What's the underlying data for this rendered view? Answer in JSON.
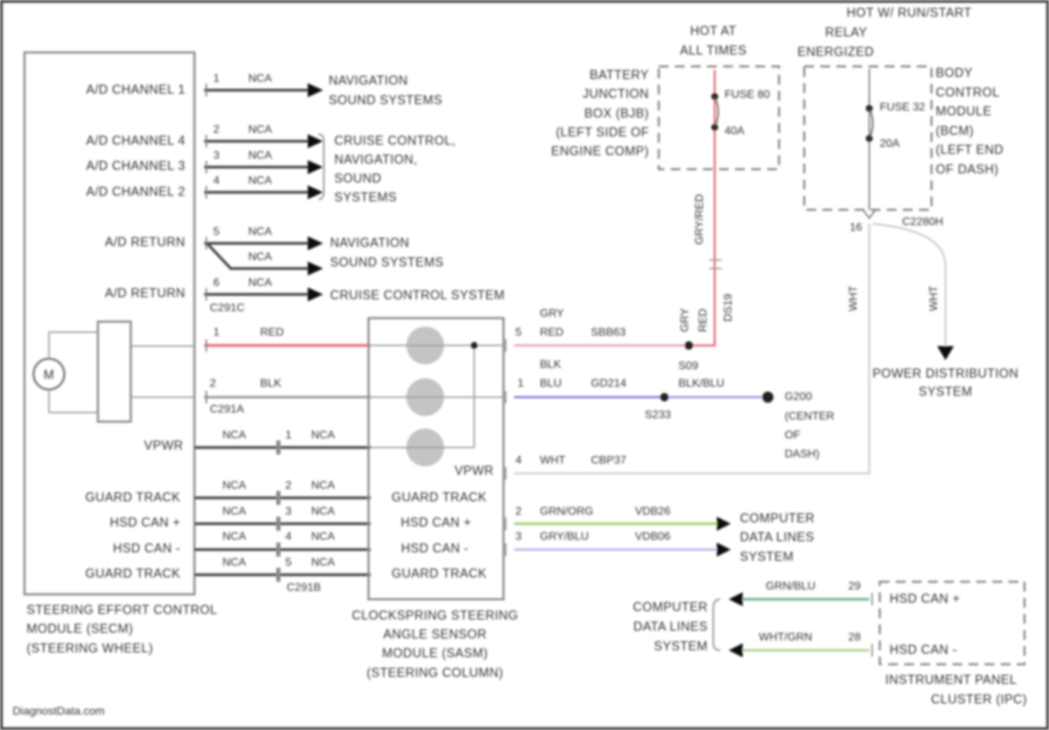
{
  "colors": {
    "frame": "#444444",
    "wire_dark": "#4a4a4a",
    "wire_red": "#e8707a",
    "wire_blue": "#7a7ad6",
    "wire_green": "#a6d67a",
    "wire_lavender": "#b8b0e8",
    "wire_teal_green": "#7ab894",
    "wire_light_green": "#b6d8a4"
  },
  "secm": {
    "name_lines": [
      "STEERING EFFORT CONTROL",
      "MODULE (SECM)",
      "(STEERING WHEEL)"
    ],
    "motor_label": "M",
    "channels": [
      {
        "label": "A/D CHANNEL 1",
        "pin": "1",
        "wire": "NCA"
      },
      {
        "label": "A/D CHANNEL 4",
        "pin": "2",
        "wire": "NCA"
      },
      {
        "label": "A/D CHANNEL 3",
        "pin": "3",
        "wire": "NCA"
      },
      {
        "label": "A/D CHANNEL 2",
        "pin": "4",
        "wire": "NCA"
      },
      {
        "label": "A/D RETURN",
        "pin": "5",
        "wire": "NCA"
      },
      {
        "label": "A/D RETURN",
        "pin": "6",
        "wire": "NCA"
      }
    ],
    "extra_nca": "NCA",
    "connector_top": "C291C",
    "motor_pins": [
      {
        "pin": "1",
        "wire": "RED"
      },
      {
        "pin": "2",
        "wire": "BLK"
      }
    ],
    "connector_motor": "C291A",
    "lower": [
      {
        "label": "VPWR",
        "wire_l": "NCA",
        "pin": "1",
        "wire_r": "NCA"
      },
      {
        "label": "GUARD TRACK",
        "wire_l": "NCA",
        "pin": "2",
        "wire_r": "NCA"
      },
      {
        "label": "HSD CAN +",
        "wire_l": "NCA",
        "pin": "3",
        "wire_r": "NCA"
      },
      {
        "label": "HSD CAN -",
        "wire_l": "NCA",
        "pin": "4",
        "wire_r": "NCA"
      },
      {
        "label": "GUARD TRACK",
        "wire_l": "NCA",
        "pin": "5",
        "wire_r": "NCA"
      }
    ],
    "connector_lower": "C291B"
  },
  "destinations": {
    "nav1": [
      "NAVIGATION",
      "SOUND SYSTEMS"
    ],
    "cruise_nav": [
      "CRUISE CONTROL,",
      "NAVIGATION,",
      "SOUND",
      "SYSTEMS"
    ],
    "nav2": [
      "NAVIGATION",
      "SOUND SYSTEMS"
    ],
    "cruise": "CRUISE CONTROL SYSTEM"
  },
  "sasm": {
    "name_lines": [
      "CLOCKSPRING STEERING",
      "ANGLE SENSOR",
      "MODULE (SASM)",
      "(STEERING COLUMN)"
    ],
    "pins_right": [
      {
        "label": "VPWR"
      },
      {
        "label": "GUARD TRACK"
      },
      {
        "label": "HSD CAN +"
      },
      {
        "label": "HSD CAN -"
      },
      {
        "label": "GUARD TRACK"
      }
    ]
  },
  "battery_box": {
    "header": [
      "HOT AT",
      "ALL TIMES"
    ],
    "name_lines": [
      "BATTERY",
      "JUNCTION",
      "BOX (BJB)",
      "(LEFT SIDE OF",
      "ENGINE COMP)"
    ],
    "fuse": "FUSE 80",
    "amps": "40A"
  },
  "bcm_box": {
    "header": [
      "HOT W/ RUN/START",
      "RELAY",
      "ENERGIZED"
    ],
    "name_lines": [
      "BODY",
      "CONTROL",
      "MODULE",
      "(BCM)",
      "(LEFT END",
      "OF DASH)"
    ],
    "fuse": "FUSE 32",
    "amps": "20A",
    "pin": "16",
    "connector": "C2280H"
  },
  "wires": {
    "gry_red_vert": "GRY/RED",
    "gry_label": "GRY",
    "red_label": "RED",
    "ds_label": "DS19",
    "red_out": {
      "pin": "5",
      "color1": "GRY",
      "color2": "RED",
      "circuit": "SBB63"
    },
    "splice_s09": "S09",
    "blk_out": {
      "pin": "1",
      "color1": "BLK",
      "color2": "BLU",
      "circuit": "GD214"
    },
    "blk_blu": "BLK/BLU",
    "splice_s233": "S233",
    "ground": {
      "id": "G200",
      "lines": [
        "(CENTER",
        "OF",
        "DASH)"
      ]
    },
    "wht_out": {
      "pin": "4",
      "color": "WHT",
      "circuit": "CBP37"
    },
    "wht_vert_1": "WHT",
    "wht_vert_2": "WHT",
    "power_dist": [
      "POWER DISTRIBUTION",
      "SYSTEM"
    ],
    "can_plus": {
      "pin": "2",
      "color": "GRN/ORG",
      "circuit": "VDB26"
    },
    "can_minus": {
      "pin": "3",
      "color": "GRY/BLU",
      "circuit": "VDB06"
    },
    "computer_lines": [
      "COMPUTER",
      "DATA LINES",
      "SYSTEM"
    ]
  },
  "ipc": {
    "name_lines": [
      "INSTRUMENT PANEL",
      "CLUSTER (IPC)"
    ],
    "rows": [
      {
        "label": "HSD CAN +",
        "pin": "29",
        "wire": "GRN/BLU"
      },
      {
        "label": "HSD CAN -",
        "pin": "28",
        "wire": "WHT/GRN"
      }
    ],
    "computer_lines": [
      "COMPUTER",
      "DATA LINES",
      "SYSTEM"
    ]
  },
  "watermark": "DiagnostData.com"
}
